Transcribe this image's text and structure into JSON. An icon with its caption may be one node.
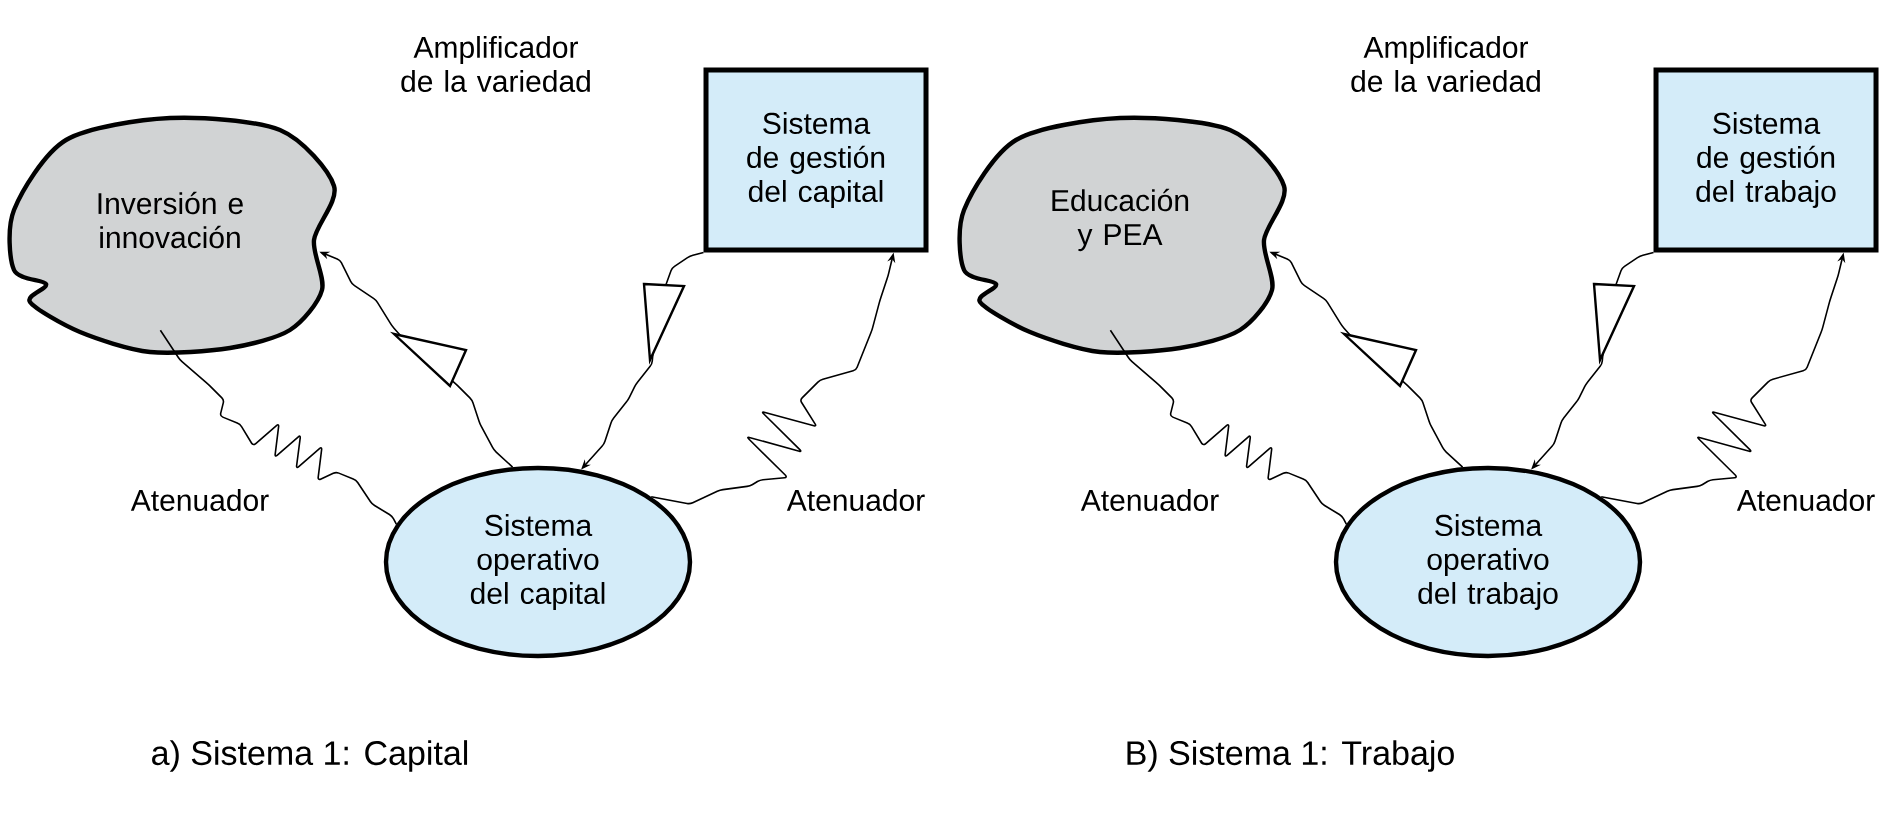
{
  "diagram": {
    "nodes": [
      {
        "text": [
          "Inversión e innovación"
        ]
      },
      {
        "text": [
          "Sistema de gestión del capital"
        ]
      },
      {
        "text": [
          "Sistema operativo del capital"
        ]
      },
      {
        "text": [
          "Educación y PEA"
        ]
      },
      {
        "text": [
          "Sistema de gestión del trabajo"
        ]
      },
      {
        "text": [
          "Sistema operativo del trabajo"
        ]
      }
    ],
    "edges": [
      {
        "from": 2,
        "to": 0,
        "arrow": "to"
      },
      {
        "from": 0,
        "to": 2,
        "arrow": "none"
      },
      {
        "from": 1,
        "to": 2,
        "arrow": "to"
      },
      {
        "from": 2,
        "to": 1,
        "arrow": "to"
      },
      {
        "from": 5,
        "to": 3,
        "arrow": "to"
      },
      {
        "from": 3,
        "to": 5,
        "arrow": "none"
      },
      {
        "from": 4,
        "to": 5,
        "arrow": "to"
      },
      {
        "from": 5,
        "to": 4,
        "arrow": "to"
      }
    ],
    "labels": [
      "Amplificador de la variedad",
      "Amplificador de la variedad",
      "Atenuador",
      "Atenuador",
      "Atenuador",
      "Atenuador",
      "a) Sistema 1: Capital",
      "B) Sistema 1: Trabajo"
    ]
  }
}
